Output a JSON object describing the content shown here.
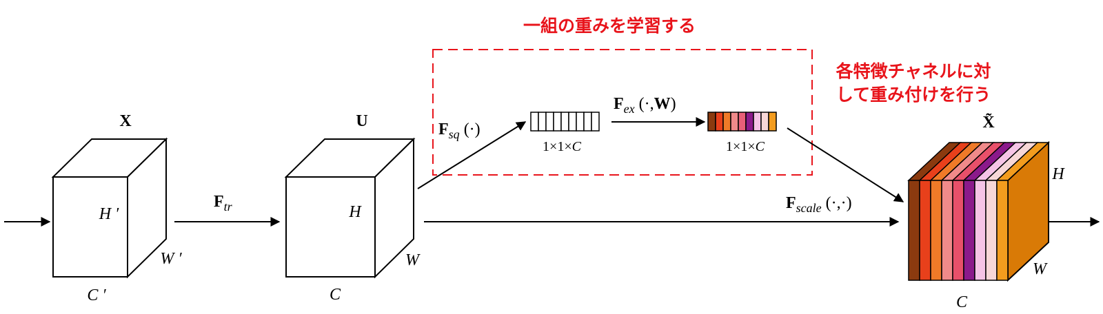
{
  "colors": {
    "stroke": "#000000",
    "annotation": "#e8141b",
    "excitation_box": "#e8141b",
    "weights": [
      "#8b3a0f",
      "#e8401b",
      "#f07a28",
      "#f08a8a",
      "#e85f78",
      "#8b1a8b",
      "#f5c4e6",
      "#f7d7d7",
      "#f39c1e"
    ],
    "output_front": [
      "#8b3a0f",
      "#e8401b",
      "#f07a28",
      "#f08a8a",
      "#e8506a",
      "#8b1a8b",
      "#f5c4e6",
      "#f7d7d7",
      "#f39c1e"
    ],
    "output_side": "#d97a06"
  },
  "annotations": {
    "top": "一組の重みを学習する",
    "right_line1": "各特徴チャネルに対",
    "right_line2": "して重み付けを行う"
  },
  "tensor_x": {
    "label": "X",
    "h": "H ′",
    "w": "W ′",
    "c": "C ′"
  },
  "tensor_u": {
    "label": "U",
    "h": "H",
    "w": "W",
    "c": "C"
  },
  "tensor_xt": {
    "label": "X̃",
    "h": "H",
    "w": "W",
    "c": "C"
  },
  "ops": {
    "tr": {
      "main": "F",
      "sub": "tr"
    },
    "sq": {
      "main": "F",
      "sub": "sq",
      "args": " (·)"
    },
    "ex": {
      "main": "F",
      "sub": "ex",
      "args_pre": " (·,",
      "args_bold": "W",
      "args_post": ")"
    },
    "scale": {
      "main": "F",
      "sub": "scale",
      "args": " (·,·)"
    }
  },
  "vectors": {
    "squeeze_dim": "1×1×",
    "squeeze_c": "C",
    "excite_dim": "1×1×",
    "excite_c": "C",
    "cell_count": 9
  }
}
